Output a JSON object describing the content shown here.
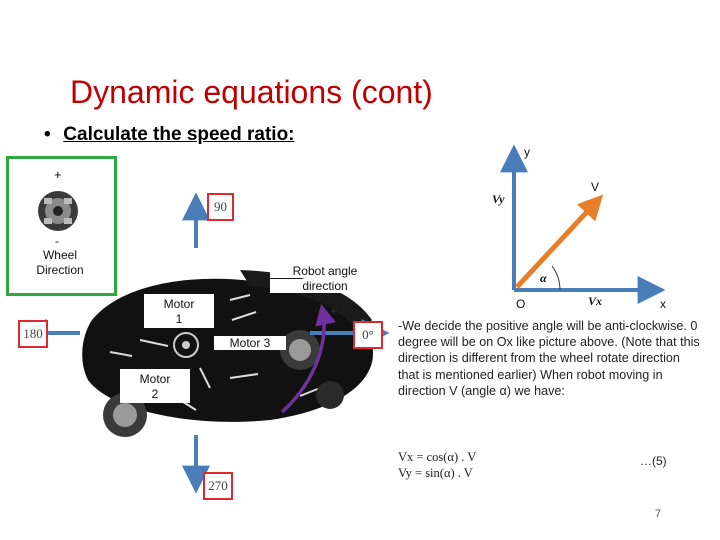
{
  "slide": {
    "title": "Dynamic equations (cont)",
    "bullet": "•",
    "bullet_text": "Calculate the speed ratio:",
    "page_number": "7"
  },
  "wheel_box": {
    "plus": "+",
    "minus": "-",
    "label_line1": "Wheel",
    "label_line2": "Direction"
  },
  "robot": {
    "angle_labels": {
      "top": "90",
      "left": "180",
      "bottom": "270",
      "right": "0°"
    },
    "angle_direction_line1": "Robot angle",
    "angle_direction_line2": "direction",
    "angle_plus": "+",
    "motor1_line1": "Motor",
    "motor1_line2": "1",
    "motor2_line1": "Motor",
    "motor2_line2": "2",
    "motor3": "Motor 3"
  },
  "vector": {
    "y_axis": "y",
    "x_axis": "x",
    "origin": "O",
    "v": "V",
    "vy": "Vy",
    "vx": "Vx",
    "alpha": "α"
  },
  "explanation": {
    "paragraph": "-We decide the positive angle will be anti-clockwise. 0 degree will be on Ox like picture above. (Note that this direction is different from the wheel rotate direction that is mentioned earlier) When robot moving in direction V (angle α) we have:",
    "eq1": "Vx = cos(α) . V",
    "eq2": "Vy = sin(α) . V",
    "eq_number": "…(5)"
  },
  "colors": {
    "title": "#c00000",
    "green_box": "#2eaa3c",
    "red_box": "#e0282e",
    "arrows": "#4a7ebb",
    "vector": "#e87d2a",
    "rotation": "#7030a0"
  }
}
